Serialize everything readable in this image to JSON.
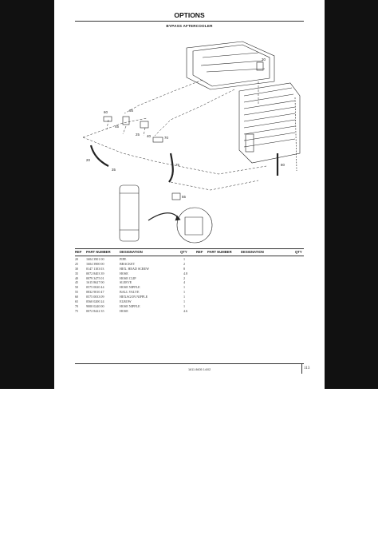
{
  "page": {
    "title": "OPTIONS",
    "subtitle": "BYPASS AFTERCOOLER"
  },
  "callouts": [
    "20",
    "25",
    "30",
    "35",
    "40",
    "45",
    "55",
    "60",
    "65",
    "70",
    "75",
    "80"
  ],
  "table": {
    "headers_left": {
      "ref": "REF",
      "part": "PART NUMBER",
      "designation": "DESIGNATION",
      "qty": "QTY"
    },
    "headers_right": {
      "ref": "REF",
      "part": "PART NUMBER",
      "designation": "DESIGNATION",
      "qty": "QTY"
    },
    "rows": [
      {
        "ref": "20",
        "part": "1604 3901 00",
        "designation": "PIPE",
        "qty": "1"
      },
      {
        "ref": "25",
        "part": "1604 3900 00",
        "designation": "BRACKET",
        "qty": "2"
      },
      {
        "ref": "30",
        "part": "0147 1103 03",
        "designation": "HEX. HEAD SCREW",
        "qty": "8"
      },
      {
        "ref": "35",
        "part": "0072 8403 39",
        "designation": "HOSE",
        "qty": "4.8"
      },
      {
        "ref": "40",
        "part": "0079 3475 01",
        "designation": "HOSE CLIP",
        "qty": "2"
      },
      {
        "ref": "45",
        "part": "1615 8627 00",
        "designation": "SLEEVE",
        "qty": "4"
      },
      {
        "ref": "50",
        "part": "0575 0020 44",
        "designation": "HOSE NIPPLE",
        "qty": "1"
      },
      {
        "ref": "55",
        "part": "0832 9010 47",
        "designation": "BALL VALVE",
        "qty": "1"
      },
      {
        "ref": "60",
        "part": "0575 0033 09",
        "designation": "HEXAGON NIPPLE",
        "qty": "1"
      },
      {
        "ref": "65",
        "part": "0560 0200 24",
        "designation": "ELBOW",
        "qty": "1"
      },
      {
        "ref": "70",
        "part": "9000 0240 00",
        "designation": "HOSE NIPPLE",
        "qty": "1"
      },
      {
        "ref": "75",
        "part": "0072 8422 35",
        "designation": "HOSE",
        "qty": "4.6"
      }
    ]
  },
  "footer": {
    "code": "1611 8605 14/02",
    "page_number": "113"
  }
}
